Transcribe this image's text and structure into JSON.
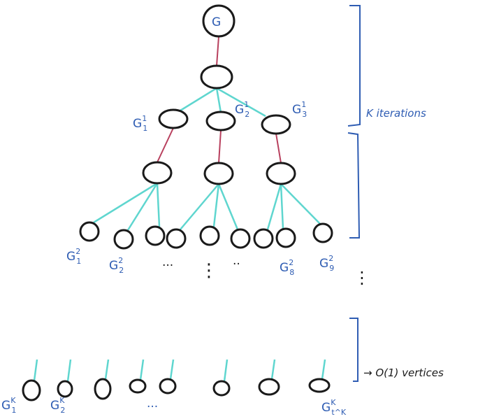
{
  "diagram": {
    "root_label": "G",
    "level1_labels": [
      {
        "base": "G",
        "sup": "1",
        "sub": "1"
      },
      {
        "base": "G",
        "sup": "1",
        "sub": "2"
      },
      {
        "base": "G",
        "sup": "1",
        "sub": "3"
      }
    ],
    "level2_labels": [
      {
        "base": "G",
        "sup": "2",
        "sub": "1"
      },
      {
        "base": "G",
        "sup": "2",
        "sub": "2"
      },
      {
        "base": "G",
        "sup": "2",
        "sub": "8"
      },
      {
        "base": "G",
        "sup": "2",
        "sub": "9"
      }
    ],
    "levelk_labels": [
      {
        "base": "G",
        "sup": "K",
        "sub": "1"
      },
      {
        "base": "G",
        "sup": "K",
        "sub": "2"
      },
      {
        "base": "G",
        "sup": "K",
        "sub": "t^K"
      }
    ],
    "ellipsis_horizontal": "...",
    "ellipsis_short": "..",
    "ellipsis_vertical": "⋮",
    "k_iterations_label": "K iterations",
    "constant_vertices_label": "→ O(1) vertices",
    "colors": {
      "node": "#1a1a1a",
      "red_edge": "#b8405e",
      "cyan_edge": "#5fd6cf",
      "label": "#2f5db3"
    }
  }
}
